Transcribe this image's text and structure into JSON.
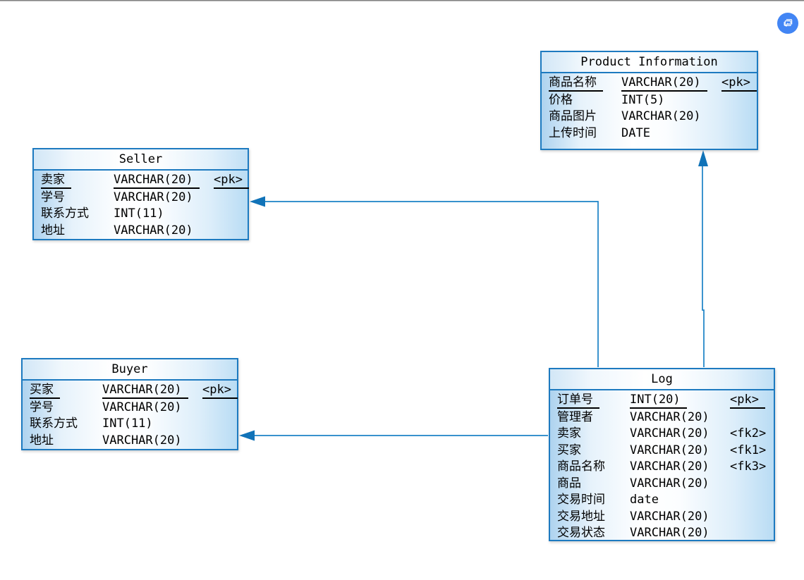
{
  "diagram": {
    "type": "entity-relationship",
    "colors": {
      "table_border": "#1d7ac0",
      "table_fill_edge": "#aed3ef",
      "table_fill_center": "#ffffff",
      "connector_line": "#1b82c6",
      "arrowhead": "#1173b8",
      "floating_button": "#4285f4",
      "text": "#000000",
      "background": "#ffffff"
    }
  },
  "entities": [
    {
      "title": "Product Information",
      "rows": [
        {
          "name": "商品名称",
          "type": "VARCHAR(20)",
          "key": "<pk>"
        },
        {
          "name": "价格",
          "type": "INT(5)",
          "key": ""
        },
        {
          "name": "商品图片",
          "type": "VARCHAR(20)",
          "key": ""
        },
        {
          "name": "上传时间",
          "type": "DATE",
          "key": ""
        }
      ]
    },
    {
      "title": "Seller",
      "rows": [
        {
          "name": "卖家",
          "type": "VARCHAR(20)",
          "key": "<pk>"
        },
        {
          "name": "学号",
          "type": "VARCHAR(20)",
          "key": ""
        },
        {
          "name": "联系方式",
          "type": "INT(11)",
          "key": ""
        },
        {
          "name": "地址",
          "type": "VARCHAR(20)",
          "key": ""
        }
      ]
    },
    {
      "title": "Buyer",
      "rows": [
        {
          "name": "买家",
          "type": "VARCHAR(20)",
          "key": "<pk>"
        },
        {
          "name": "学号",
          "type": "VARCHAR(20)",
          "key": ""
        },
        {
          "name": "联系方式",
          "type": "INT(11)",
          "key": ""
        },
        {
          "name": "地址",
          "type": "VARCHAR(20)",
          "key": ""
        }
      ]
    },
    {
      "title": "Log",
      "rows": [
        {
          "name": "订单号",
          "type": "INT(20)",
          "key": "<pk>"
        },
        {
          "name": "管理者",
          "type": "VARCHAR(20)",
          "key": ""
        },
        {
          "name": "卖家",
          "type": "VARCHAR(20)",
          "key": "<fk2>"
        },
        {
          "name": "买家",
          "type": "VARCHAR(20)",
          "key": "<fk1>"
        },
        {
          "name": "商品名称",
          "type": "VARCHAR(20)",
          "key": "<fk3>"
        },
        {
          "name": "商品",
          "type": "VARCHAR(20)",
          "key": ""
        },
        {
          "name": "交易时间",
          "type": "date",
          "key": ""
        },
        {
          "name": "交易地址",
          "type": "VARCHAR(20)",
          "key": ""
        },
        {
          "name": "交易状态",
          "type": "VARCHAR(20)",
          "key": ""
        }
      ]
    }
  ],
  "relationships": [
    {
      "from": "Log",
      "to": "Seller"
    },
    {
      "from": "Log",
      "to": "Buyer"
    },
    {
      "from": "Log",
      "to": "Product Information"
    }
  ]
}
